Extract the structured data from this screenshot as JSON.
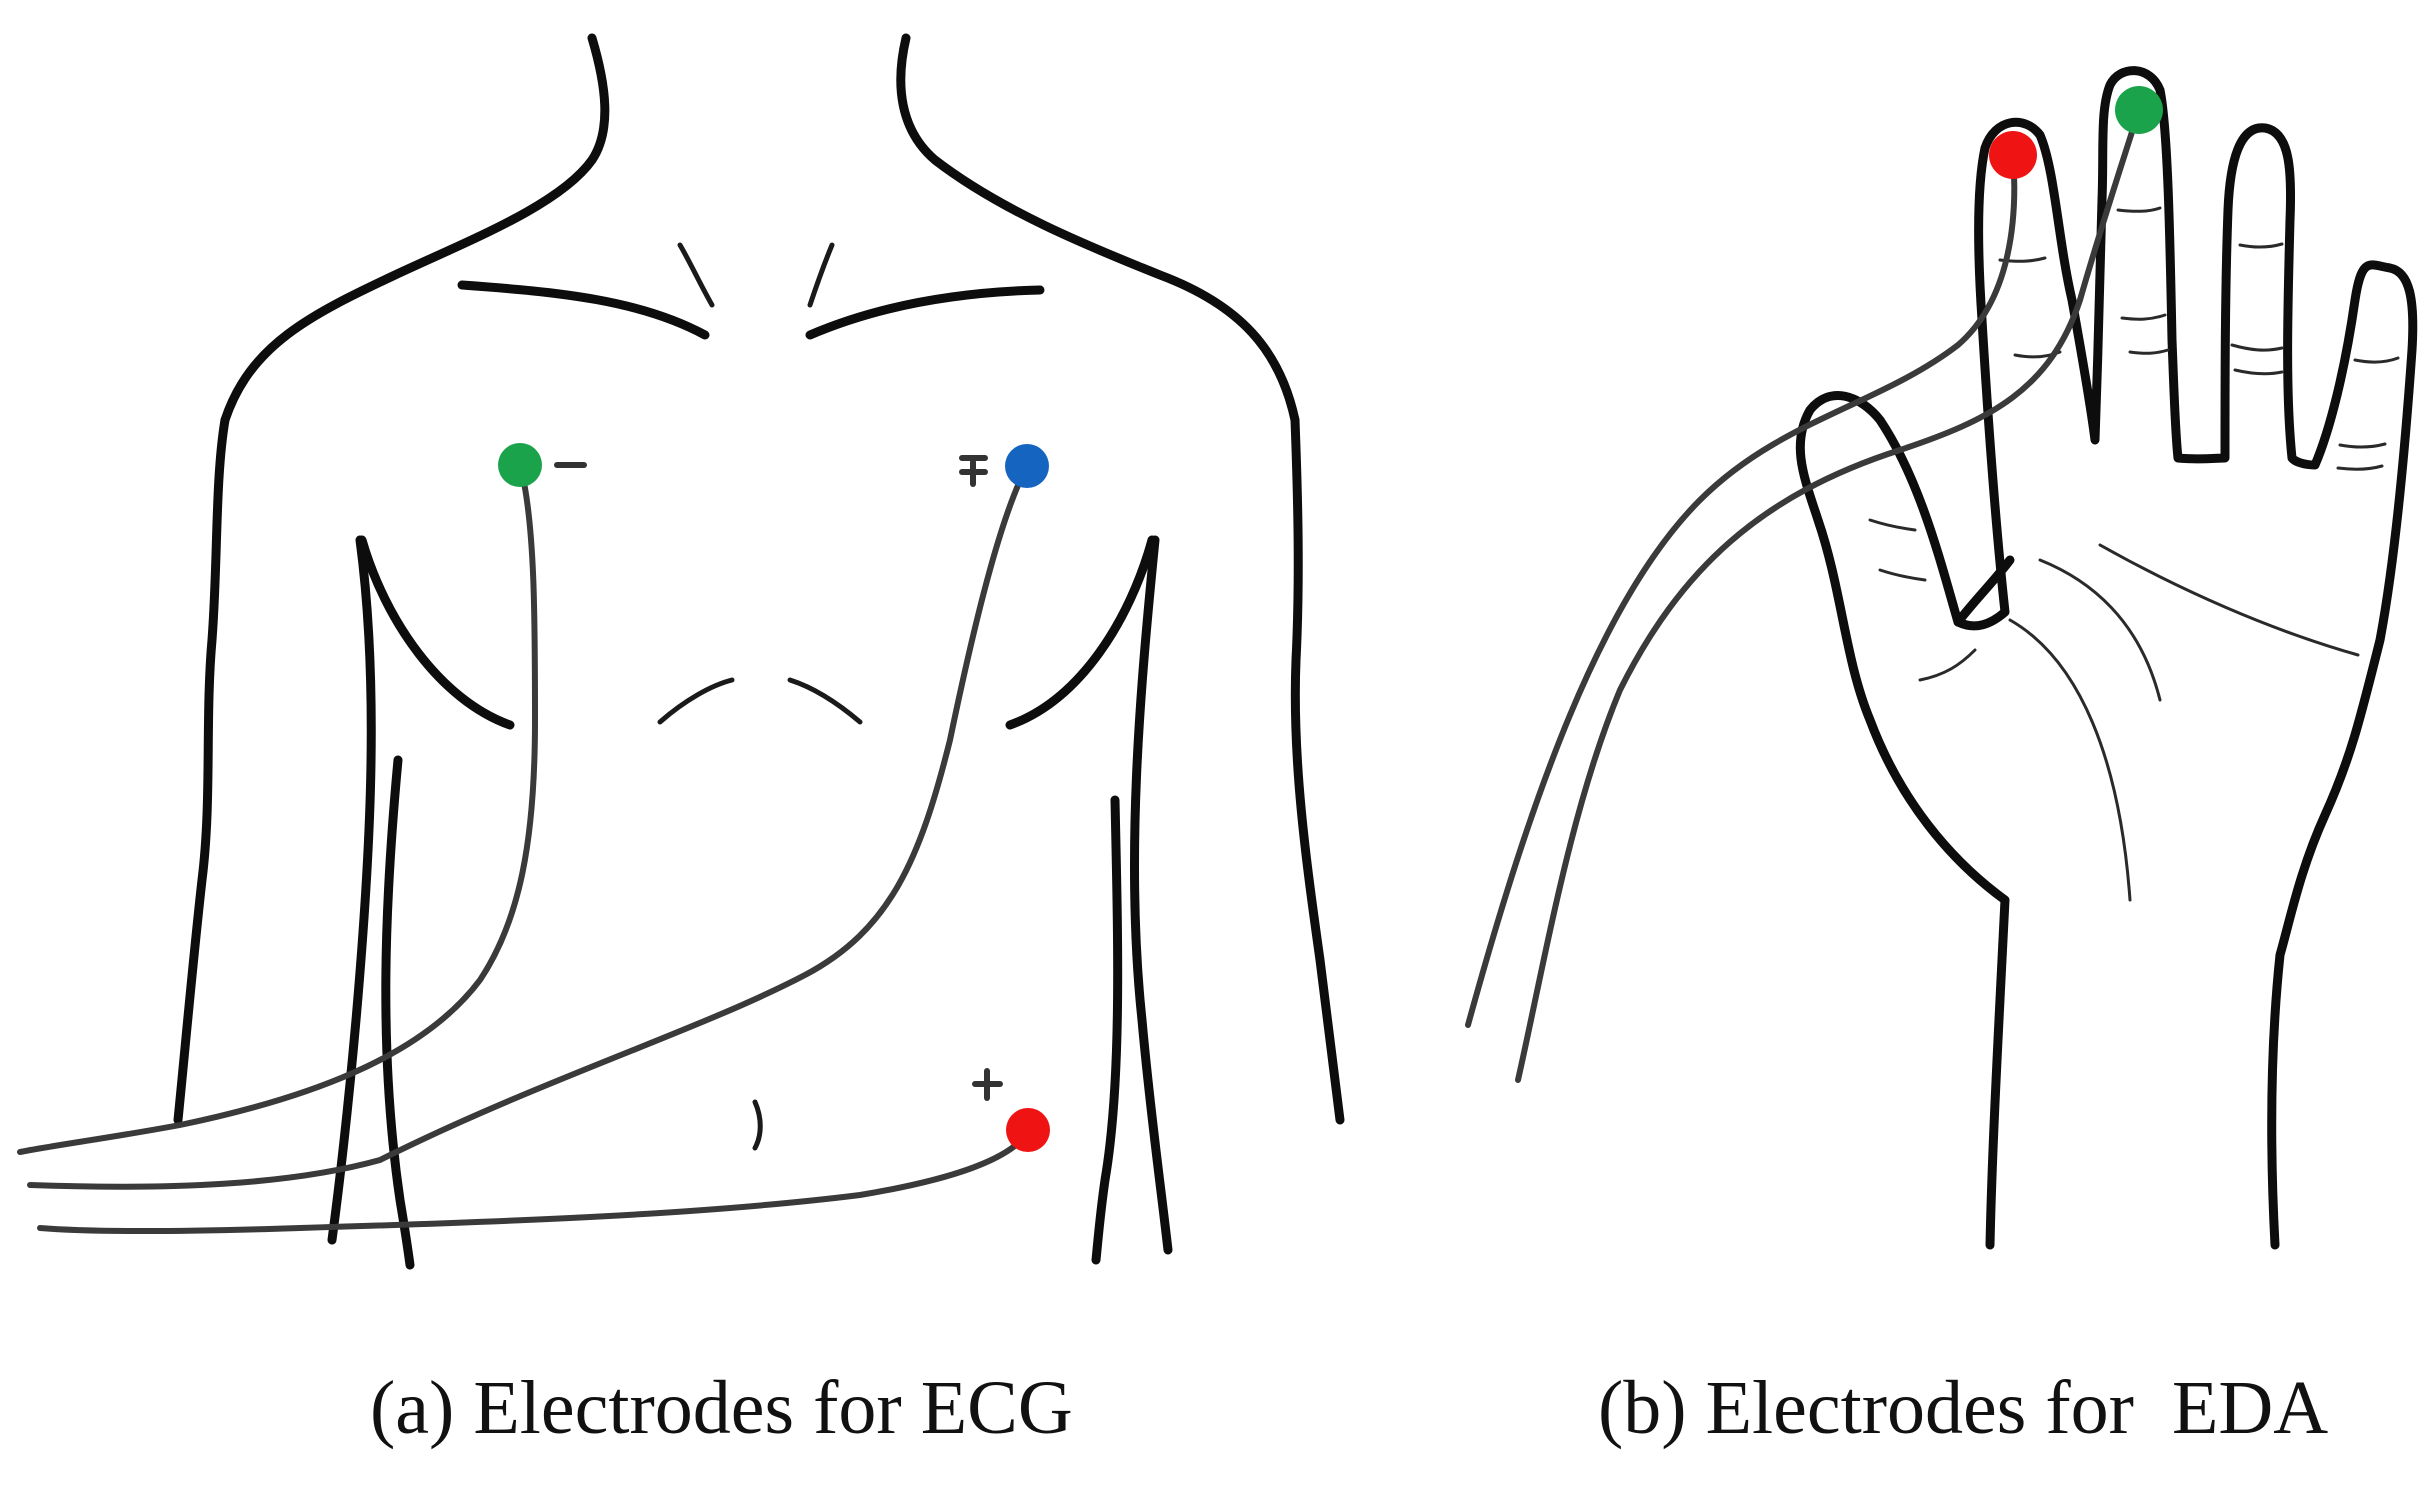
{
  "captions": {
    "ecg": "(a) Electrodes for ECG",
    "eda": "(b) Electrodes for  EDA"
  },
  "ecg_electrodes": [
    {
      "name": "electrode-right-chest",
      "polarity": "−",
      "color": "#1aa34a"
    },
    {
      "name": "electrode-left-chest",
      "polarity": "∓",
      "color": "#1565c0"
    },
    {
      "name": "electrode-lower-abdomen",
      "polarity": "+",
      "color": "#f01313"
    }
  ],
  "eda_electrodes": [
    {
      "name": "electrode-index-finger",
      "color": "#f01313"
    },
    {
      "name": "electrode-middle-finger",
      "color": "#1aa34a"
    }
  ],
  "colors": {
    "line": "#0d0d0d",
    "wire": "#3a3a3a",
    "green": "#1aa34a",
    "blue": "#1565c0",
    "red": "#f01313"
  }
}
